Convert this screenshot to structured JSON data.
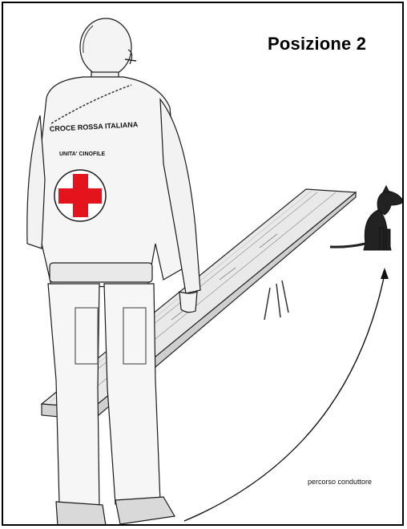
{
  "title": "Posizione 2",
  "vest_text": {
    "top": "CROCE ROSSA ITALIANA",
    "bottom": "UNITA' CINOFILE"
  },
  "path_label": "percorso conduttore",
  "colors": {
    "cross": "#e3141b",
    "ink": "#1a1a1a"
  }
}
